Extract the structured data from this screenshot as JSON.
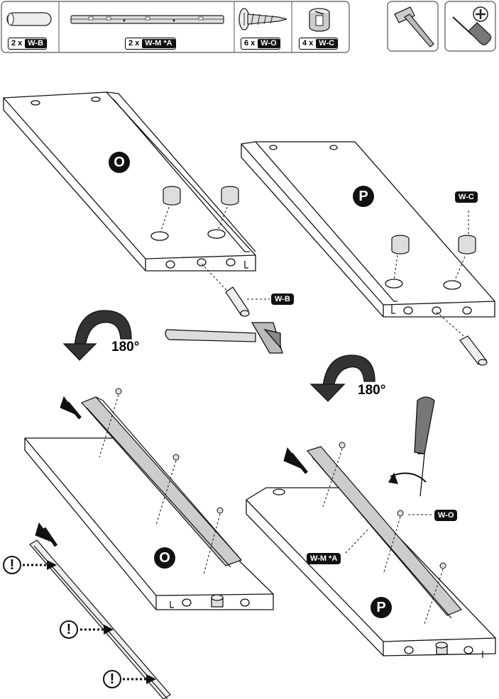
{
  "parts_strip": {
    "items": [
      {
        "qty": "2 x",
        "code": "W-B",
        "icon": "dowel-icon"
      },
      {
        "qty": "2 x",
        "code": "W-M *A",
        "icon": "drawer-rail-icon"
      },
      {
        "qty": "6 x",
        "code": "W-O",
        "icon": "screw-icon"
      },
      {
        "qty": "4 x",
        "code": "W-C",
        "icon": "cam-lock-icon"
      }
    ]
  },
  "tools": [
    {
      "icon": "hammer-icon"
    },
    {
      "icon": "phillips-screwdriver-icon"
    }
  ],
  "step_top": {
    "panel_left_letter": "O",
    "panel_right_letter": "P",
    "label_cam": "W-C",
    "label_dowel": "W-B",
    "rotation_left": "180°",
    "rotation_right": "180°"
  },
  "step_bottom": {
    "panel_left_letter": "O",
    "panel_right_letter": "P",
    "label_screw": "W-O",
    "label_rail": "W-M *A",
    "warning_mark": "!"
  }
}
